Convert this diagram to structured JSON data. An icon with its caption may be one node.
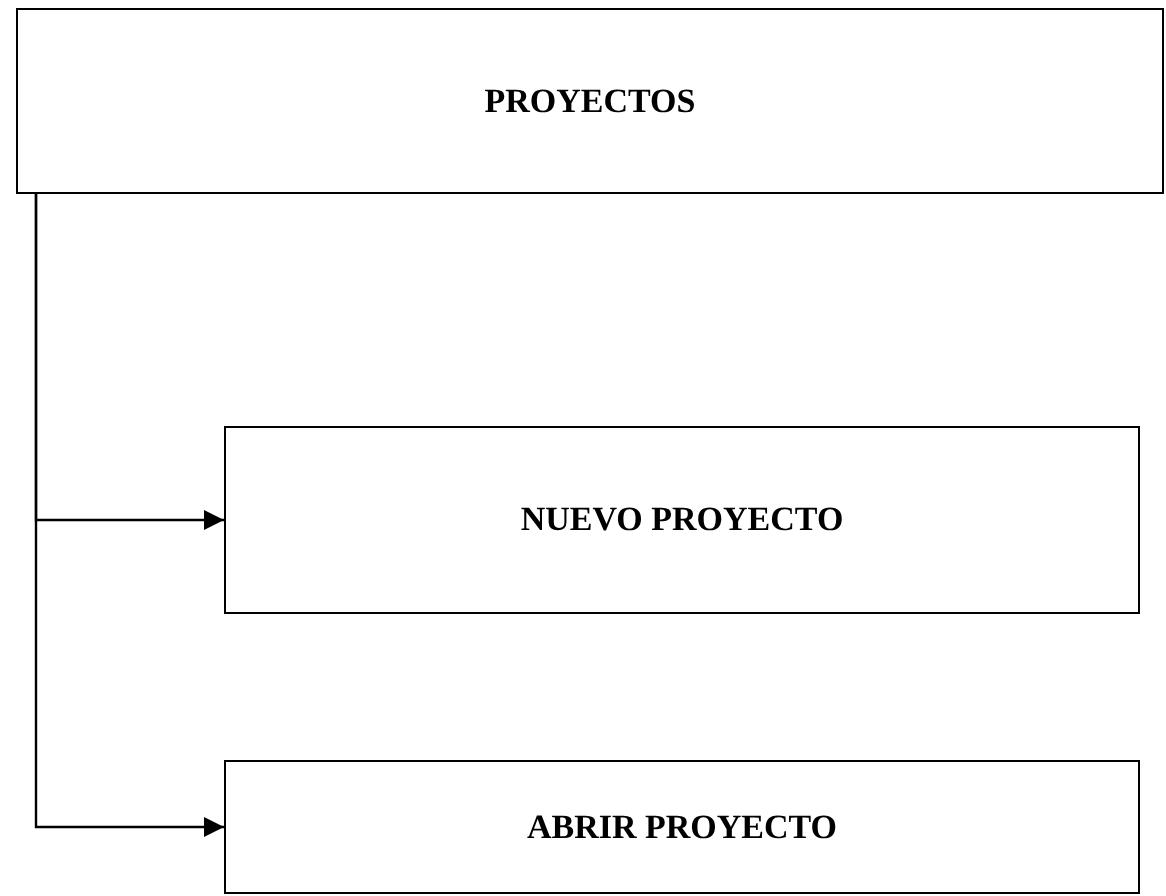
{
  "diagram": {
    "nodes": [
      {
        "text": [
          "PROYECTOS"
        ]
      },
      {
        "text": [
          "NUEVO PROYECTO"
        ]
      },
      {
        "text": [
          "ABRIR PROYECTO"
        ]
      }
    ],
    "edges": [
      {
        "from": 0,
        "to": 1,
        "arrow": "to"
      },
      {
        "from": 0,
        "to": 2,
        "arrow": "to"
      }
    ]
  }
}
